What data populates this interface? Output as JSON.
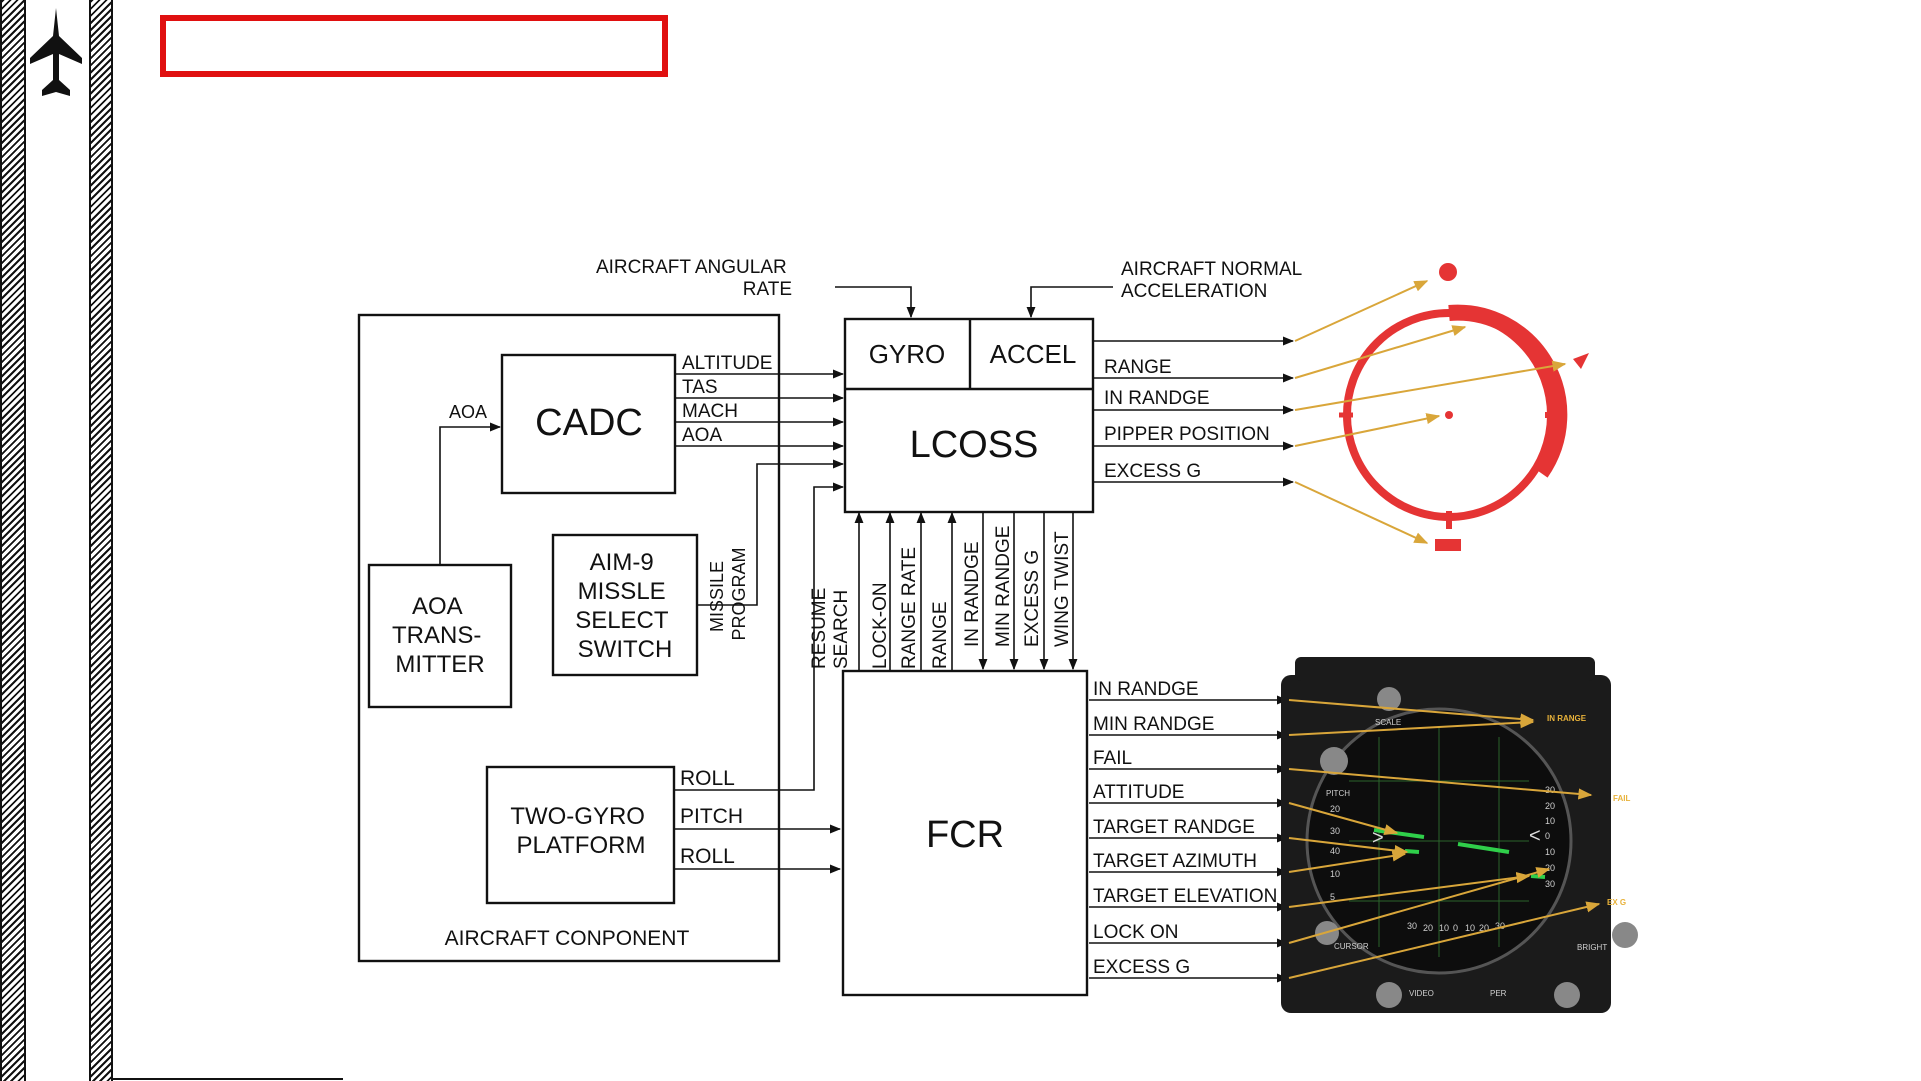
{
  "header": {
    "title": ""
  },
  "inputs": {
    "angular_rate": "AIRCRAFT ANGULAR\nRATE",
    "normal_accel": "AIRCRAFT NORMAL\nACCELERATION"
  },
  "component_box": {
    "label": "AIRCRAFT CONPONENT"
  },
  "cadc": {
    "label": "CADC",
    "aoa_in": "AOA",
    "outputs": [
      "ALTITUDE",
      "TAS",
      "MACH",
      "AOA"
    ]
  },
  "aoa_transmitter": {
    "lines": [
      "AOA",
      "TRANS-",
      "MITTER"
    ]
  },
  "aim9_switch": {
    "lines": [
      "AIM-9",
      "MISSLE",
      "SELECT",
      "SWITCH"
    ],
    "output_lines": [
      "MISSILE",
      "PROGRAM"
    ]
  },
  "gyro_platform": {
    "lines": [
      "TWO-GYRO",
      "PLATFORM"
    ],
    "outputs": [
      "ROLL",
      "PITCH",
      "ROLL"
    ]
  },
  "lcoss": {
    "label": "LCOSS",
    "gyro": "GYRO",
    "accel": "ACCEL",
    "outputs": [
      "RANGE",
      "IN RANDGE",
      "PIPPER POSITION",
      "EXCESS G"
    ]
  },
  "fcr": {
    "label": "FCR",
    "outputs": [
      "IN RANDGE",
      "MIN RANDGE",
      "FAIL",
      "ATTITUDE",
      "TARGET RANDGE",
      "TARGET AZIMUTH",
      "TARGET ELEVATION",
      "LOCK ON",
      "EXCESS G"
    ]
  },
  "fcr_to_lcoss": [
    "RESUME\nSEARCH",
    "LOCK-ON",
    "RANGE RATE",
    "RANGE"
  ],
  "lcoss_to_fcr": [
    "IN RANDGE",
    "MIN RANDGE",
    "EXCESS G",
    "WING TWIST"
  ],
  "radar_display": {
    "left_scale": [
      "20",
      "30",
      "40",
      "10",
      "5"
    ],
    "right_scale": [
      "30",
      "20",
      "10",
      "0",
      "10",
      "20",
      "30"
    ],
    "bottom_scale": [
      "30",
      "20",
      "10",
      "0",
      "10",
      "20",
      "30"
    ],
    "indicators": [
      "IN RANGE",
      "FAIL",
      "EX G"
    ],
    "knob_labels": [
      "SCALE",
      "PITCH",
      "CURSOR",
      "VIDEO",
      "PER",
      "BRIGHT"
    ]
  },
  "colors": {
    "accent": "#e01010",
    "reticle": "#e53434",
    "leader": "#d9a63a",
    "scope_green": "#2fcf4a"
  }
}
